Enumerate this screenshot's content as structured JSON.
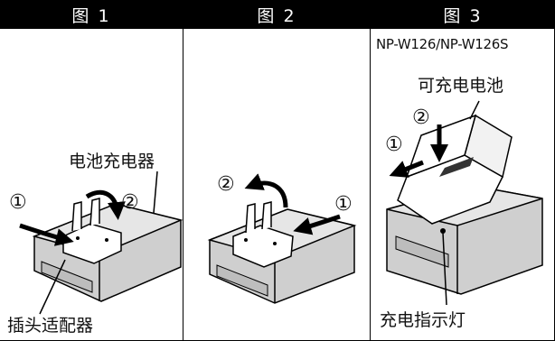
{
  "headers": [
    "图 1",
    "图 2",
    "图 3"
  ],
  "fig1": {
    "charger_label": "电池充电器",
    "adapter_label": "插头适配器",
    "step1": "①",
    "step2": "②"
  },
  "fig2": {
    "step1": "①",
    "step2": "②"
  },
  "fig3": {
    "battery_model": "NP-W126/NP-W126S",
    "battery_label": "可充电电池",
    "indicator_label": "充电指示灯",
    "step1": "①",
    "step2": "②"
  }
}
